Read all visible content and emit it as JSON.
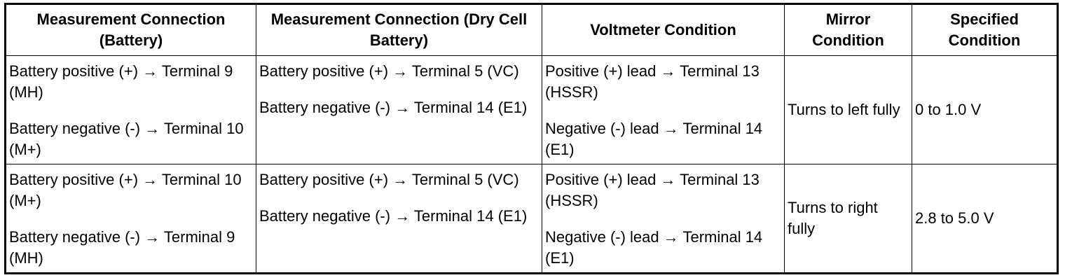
{
  "table": {
    "headers": [
      "Measurement Connection (Battery)",
      "Measurement Connection (Dry Cell Battery)",
      "Voltmeter Condition",
      "Mirror Condition",
      "Specified Condition"
    ],
    "rows": [
      {
        "battery": [
          "Battery positive (+) → Terminal 9 (MH)",
          "Battery negative (-) → Terminal 10 (M+)"
        ],
        "dry_cell": [
          "Battery positive (+) → Terminal 5 (VC)",
          "Battery negative (-) → Terminal 14 (E1)"
        ],
        "voltmeter": [
          "Positive (+) lead → Terminal 13 (HSSR)",
          "Negative (-) lead → Terminal 14 (E1)"
        ],
        "mirror": "Turns to left fully",
        "specified": "0 to 1.0 V"
      },
      {
        "battery": [
          "Battery positive (+) → Terminal 10 (M+)",
          "Battery negative (-) → Terminal 9 (MH)"
        ],
        "dry_cell": [
          "Battery positive (+) → Terminal 5 (VC)",
          "Battery negative (-) → Terminal 14 (E1)"
        ],
        "voltmeter": [
          "Positive (+) lead → Terminal 13 (HSSR)",
          "Negative (-) lead → Terminal 14 (E1)"
        ],
        "mirror": "Turns to right fully",
        "specified": "2.8 to 5.0 V"
      }
    ]
  }
}
